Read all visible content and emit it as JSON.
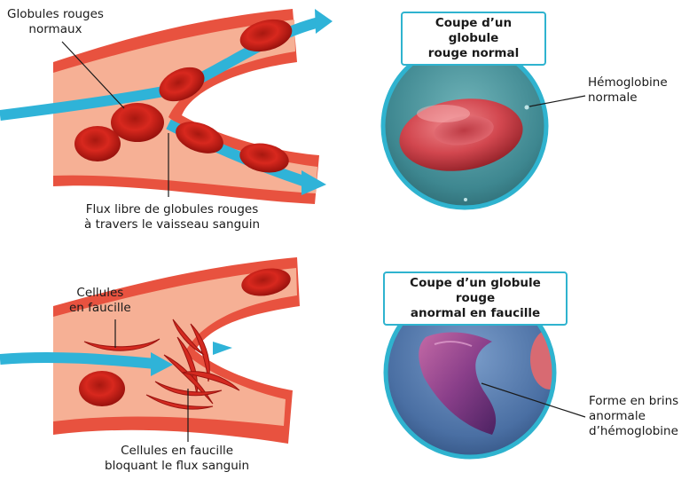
{
  "top_panel": {
    "vessel_label": [
      "Globules rouges",
      "normaux"
    ],
    "flow_label": [
      "Flux libre de globules rouges",
      "à travers le vaisseau sanguin"
    ],
    "title": [
      "Coupe d’un globule",
      "rouge normal"
    ],
    "cell_label": [
      "Hémoglobine",
      "normale"
    ]
  },
  "bottom_panel": {
    "vessel_label": [
      "Cellules",
      "en faucille"
    ],
    "block_label": [
      "Cellules en faucille",
      "bloquant le flux sanguin"
    ],
    "title": [
      "Coupe d’un globule rouge",
      "anormal en faucille"
    ],
    "cell_label": [
      "Forme en brins",
      "anormale",
      "d’hémoglobine"
    ]
  },
  "colors": {
    "vessel_outer": "#e8523f",
    "vessel_inner": "#f4a58a",
    "cell": "#d42a20",
    "flow_arrow": "#2fb3d8",
    "circle_border": "#2fb3cf"
  }
}
